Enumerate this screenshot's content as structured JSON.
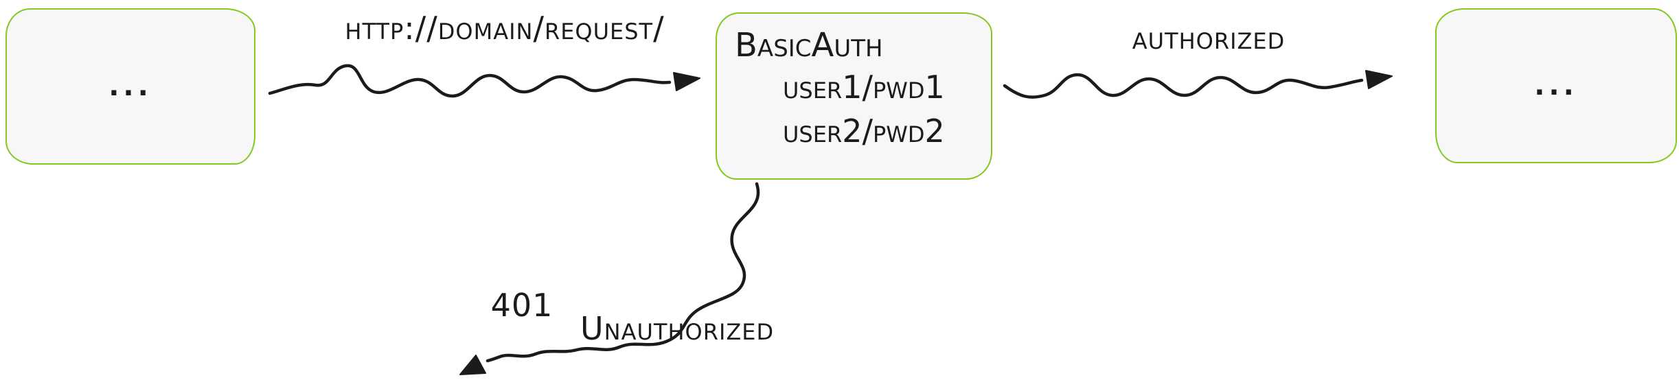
{
  "diagram": {
    "colors": {
      "node_border": "#82c91e",
      "node_fill": "#f7f7f7",
      "ink": "#1b1b1b"
    },
    "client_node": {
      "label": "..."
    },
    "auth_node": {
      "title": "BasicAuth",
      "credential1": "user1/pwd1",
      "credential2": "user2/pwd2"
    },
    "server_node": {
      "label": "..."
    },
    "request_edge": {
      "label": "http://domain/request/"
    },
    "authorized_edge": {
      "label": "authorized"
    },
    "unauthorized_edge": {
      "code": "401",
      "label": "Unauthorized"
    }
  }
}
